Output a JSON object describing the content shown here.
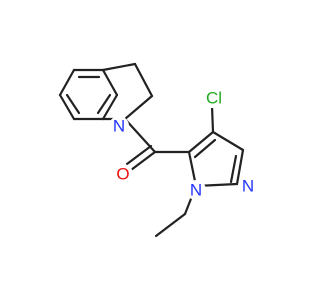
{
  "molecule": {
    "atoms": {
      "N_indoline": {
        "symbol": "N",
        "color": "#2233ff"
      },
      "O_carbonyl": {
        "symbol": "O",
        "color": "#ee1111"
      },
      "Cl_sub": {
        "symbol": "Cl",
        "color": "#22aa22"
      },
      "N_pyrazole_1": {
        "symbol": "N",
        "color": "#2233ff"
      },
      "N_pyrazole_2": {
        "symbol": "N",
        "color": "#2233ff"
      }
    },
    "bond_color": "#222222"
  }
}
